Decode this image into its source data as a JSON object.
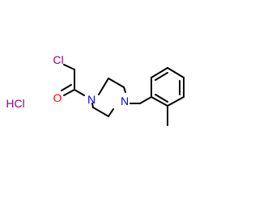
{
  "molecule": {
    "atoms": {
      "cl_top": {
        "label": "Cl",
        "color": "#8b008b"
      },
      "oxygen": {
        "label": "O",
        "color": "#ff0000"
      },
      "n1": {
        "label": "N",
        "color": "#0000ff"
      },
      "n4": {
        "label": "N",
        "color": "#0000ff"
      }
    },
    "salt": {
      "label": "HCl",
      "color": "#8b008b"
    },
    "bond_color": "#000000"
  }
}
